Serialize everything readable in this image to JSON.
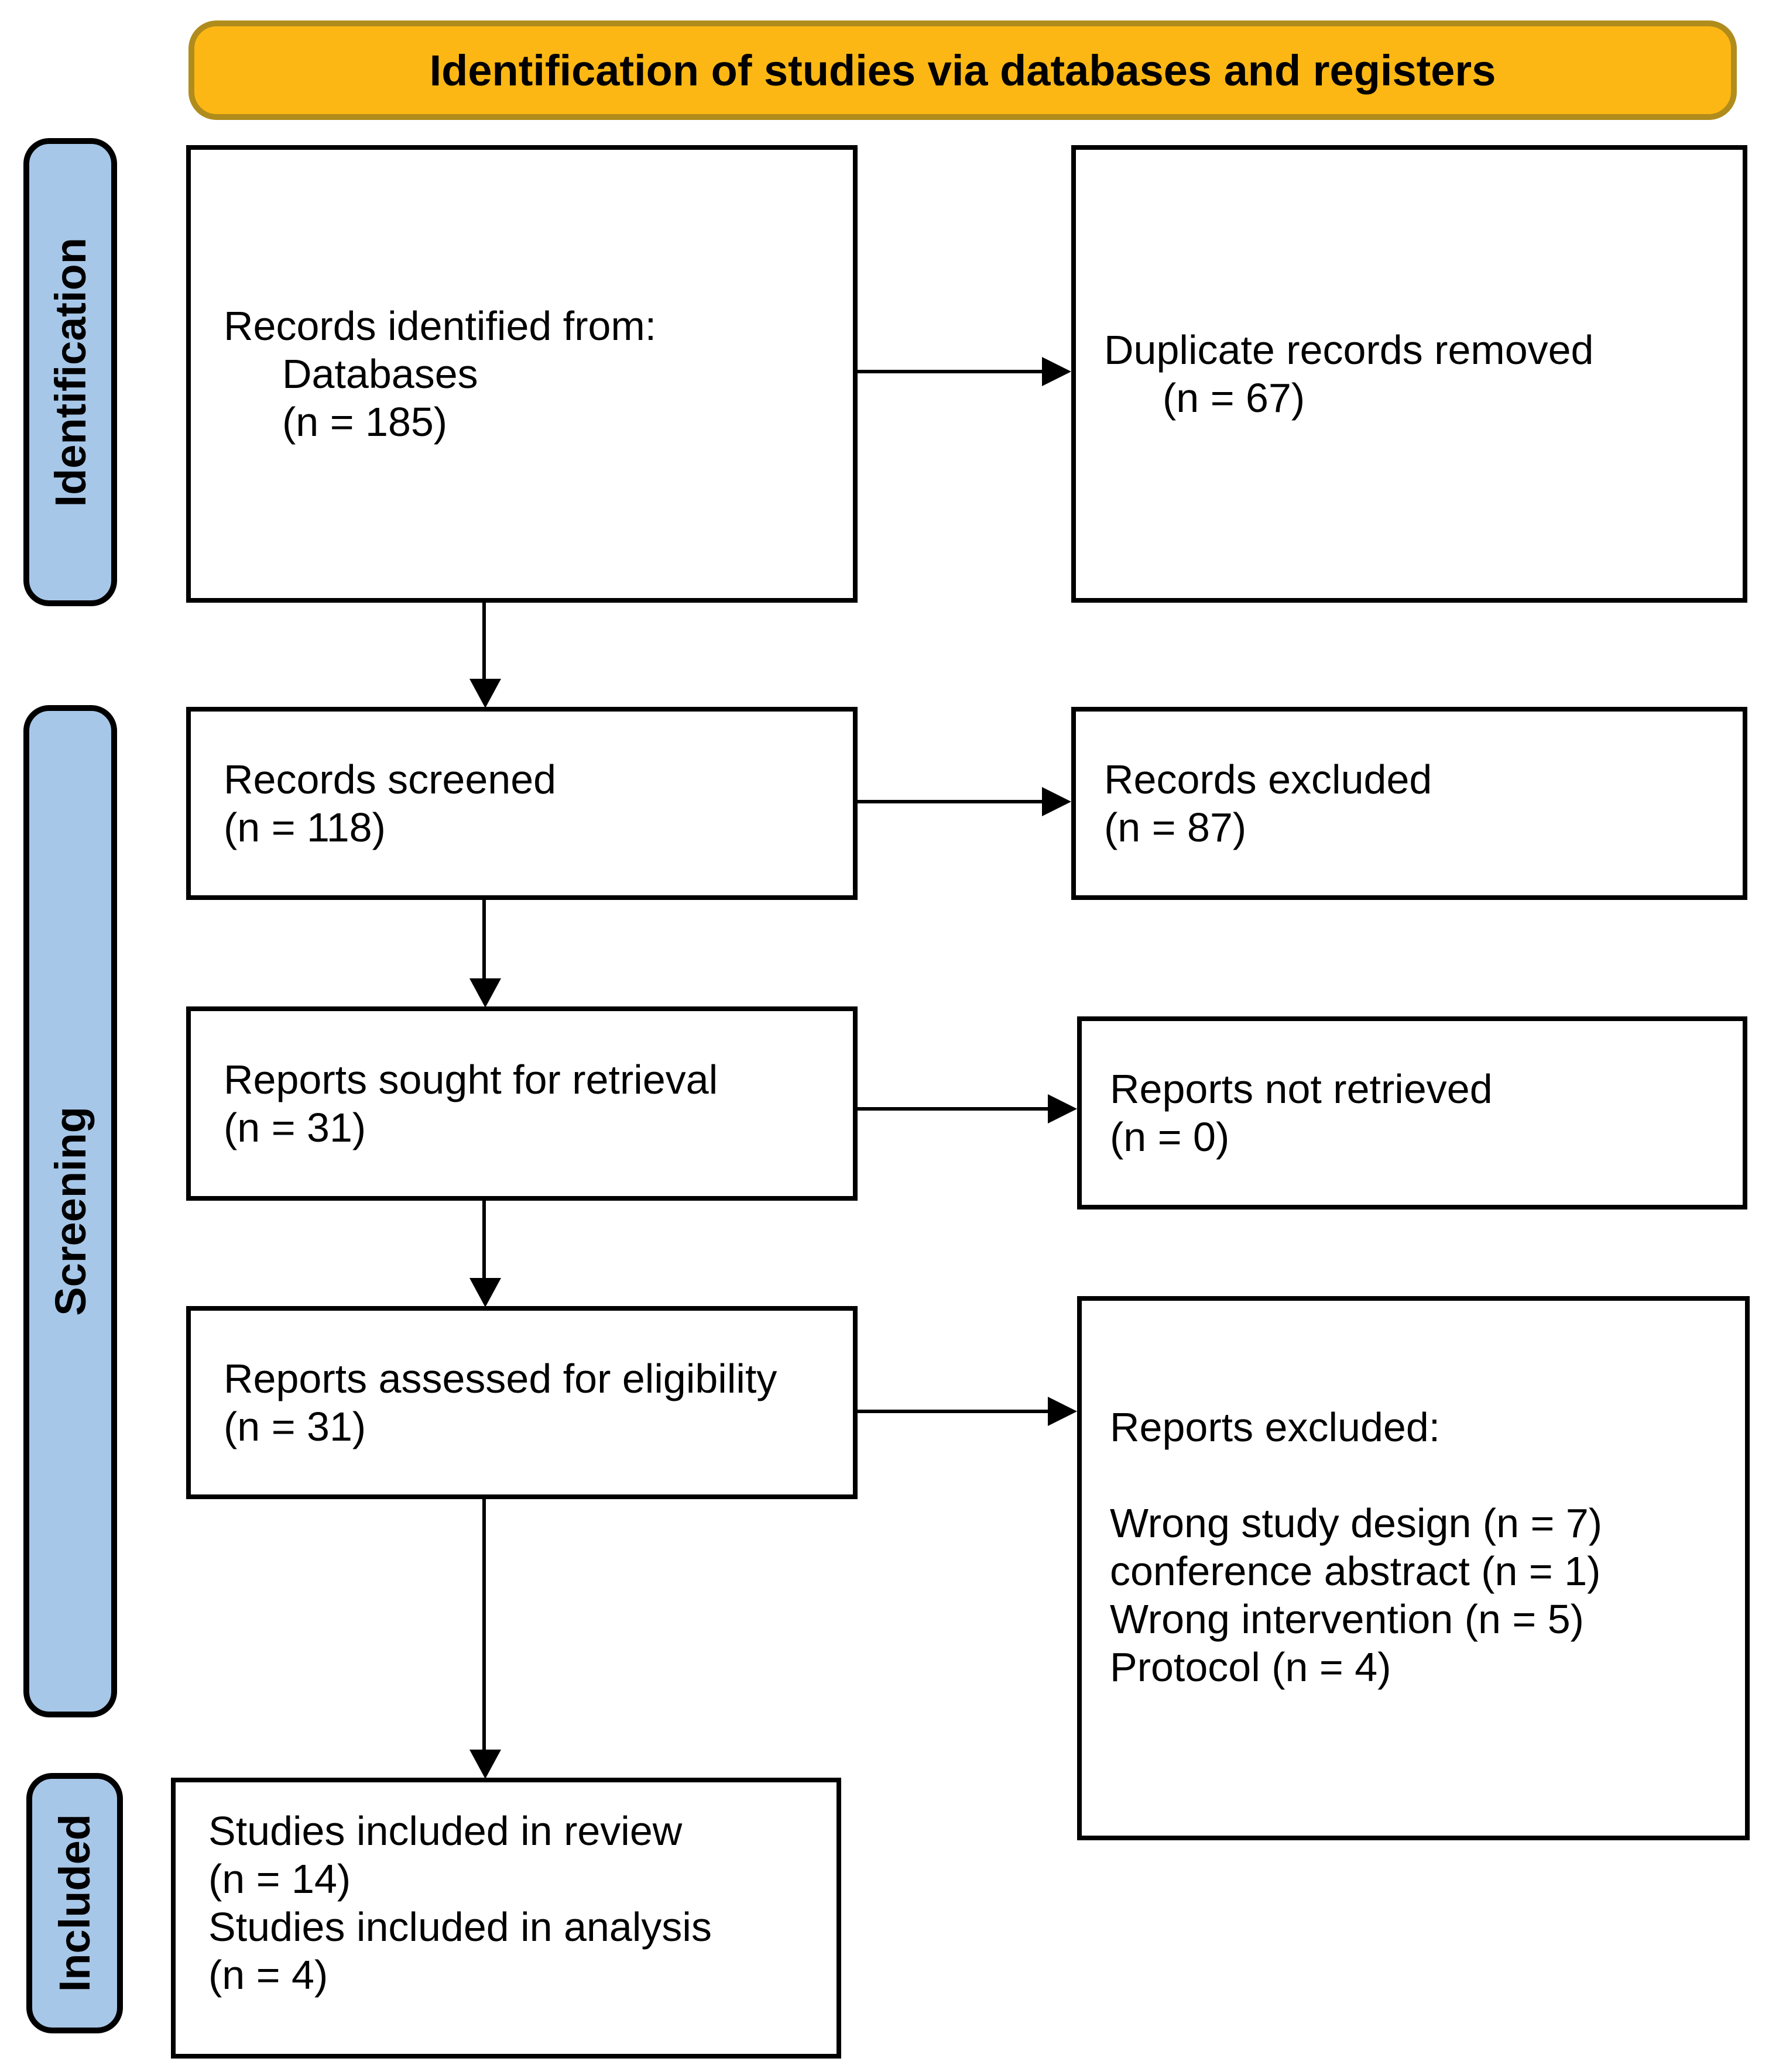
{
  "banner": {
    "title": "Identification of studies via databases and registers"
  },
  "sidebar": {
    "identification": "Identification",
    "screening": "Screening",
    "included": "Included"
  },
  "colors": {
    "banner_fill": "#FDB714",
    "banner_border": "#B08C1C",
    "stage_fill": "#A7C7E8",
    "box_border": "#000000",
    "arrow": "#000000"
  },
  "boxes": {
    "records_identified": {
      "line1": "Records identified from:",
      "line2": "Databases",
      "line3": "(n = 185)"
    },
    "duplicates_removed": {
      "line1": "Duplicate records removed",
      "line2": "(n = 67)"
    },
    "records_screened": {
      "line1": "Records screened",
      "line2": "(n = 118)"
    },
    "records_excluded": {
      "line1": "Records excluded",
      "line2": "(n = 87)"
    },
    "reports_sought": {
      "line1": "Reports sought for retrieval",
      "line2": "(n = 31)"
    },
    "reports_not_retrieved": {
      "line1": "Reports not retrieved",
      "line2": "(n = 0)"
    },
    "reports_assessed": {
      "line1": "Reports assessed for eligibility",
      "line2": "(n = 31)"
    },
    "reports_excluded": {
      "heading": "Reports excluded:",
      "items": [
        "Wrong study design (n = 7)",
        "conference abstract (n = 1)",
        "Wrong intervention (n = 5)",
        "Protocol (n = 4)"
      ]
    },
    "studies_included": {
      "line1": "Studies included in review",
      "line2": "(n = 14)",
      "line3": "Studies included in analysis",
      "line4": "(n = 4)"
    }
  }
}
